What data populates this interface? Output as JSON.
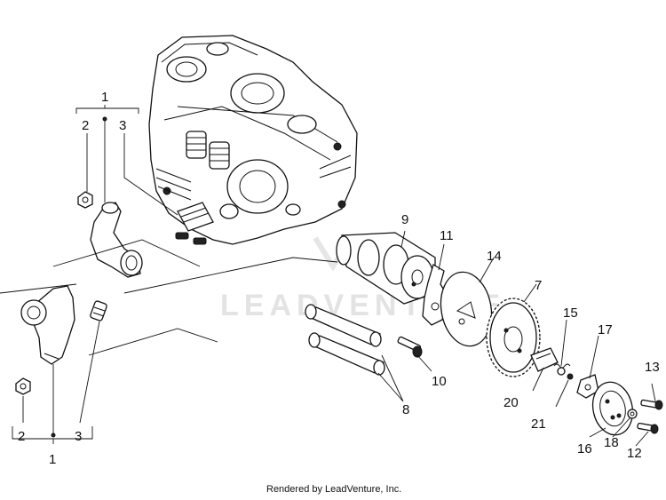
{
  "watermark": "LEADVENTURE",
  "footer": "Rendered by LeadVenture, Inc.",
  "callouts": {
    "top_group": "1",
    "top_left": "2",
    "top_right": "3",
    "bottom_group": "1",
    "bottom_left": "2",
    "bottom_right": "3",
    "p7": "7",
    "p8": "8",
    "p9": "9",
    "p10": "10",
    "p11": "11",
    "p12": "12",
    "p13": "13",
    "p14": "14",
    "p15": "15",
    "p16": "16",
    "p17": "17",
    "p18": "18",
    "p20": "20",
    "p21": "21"
  }
}
